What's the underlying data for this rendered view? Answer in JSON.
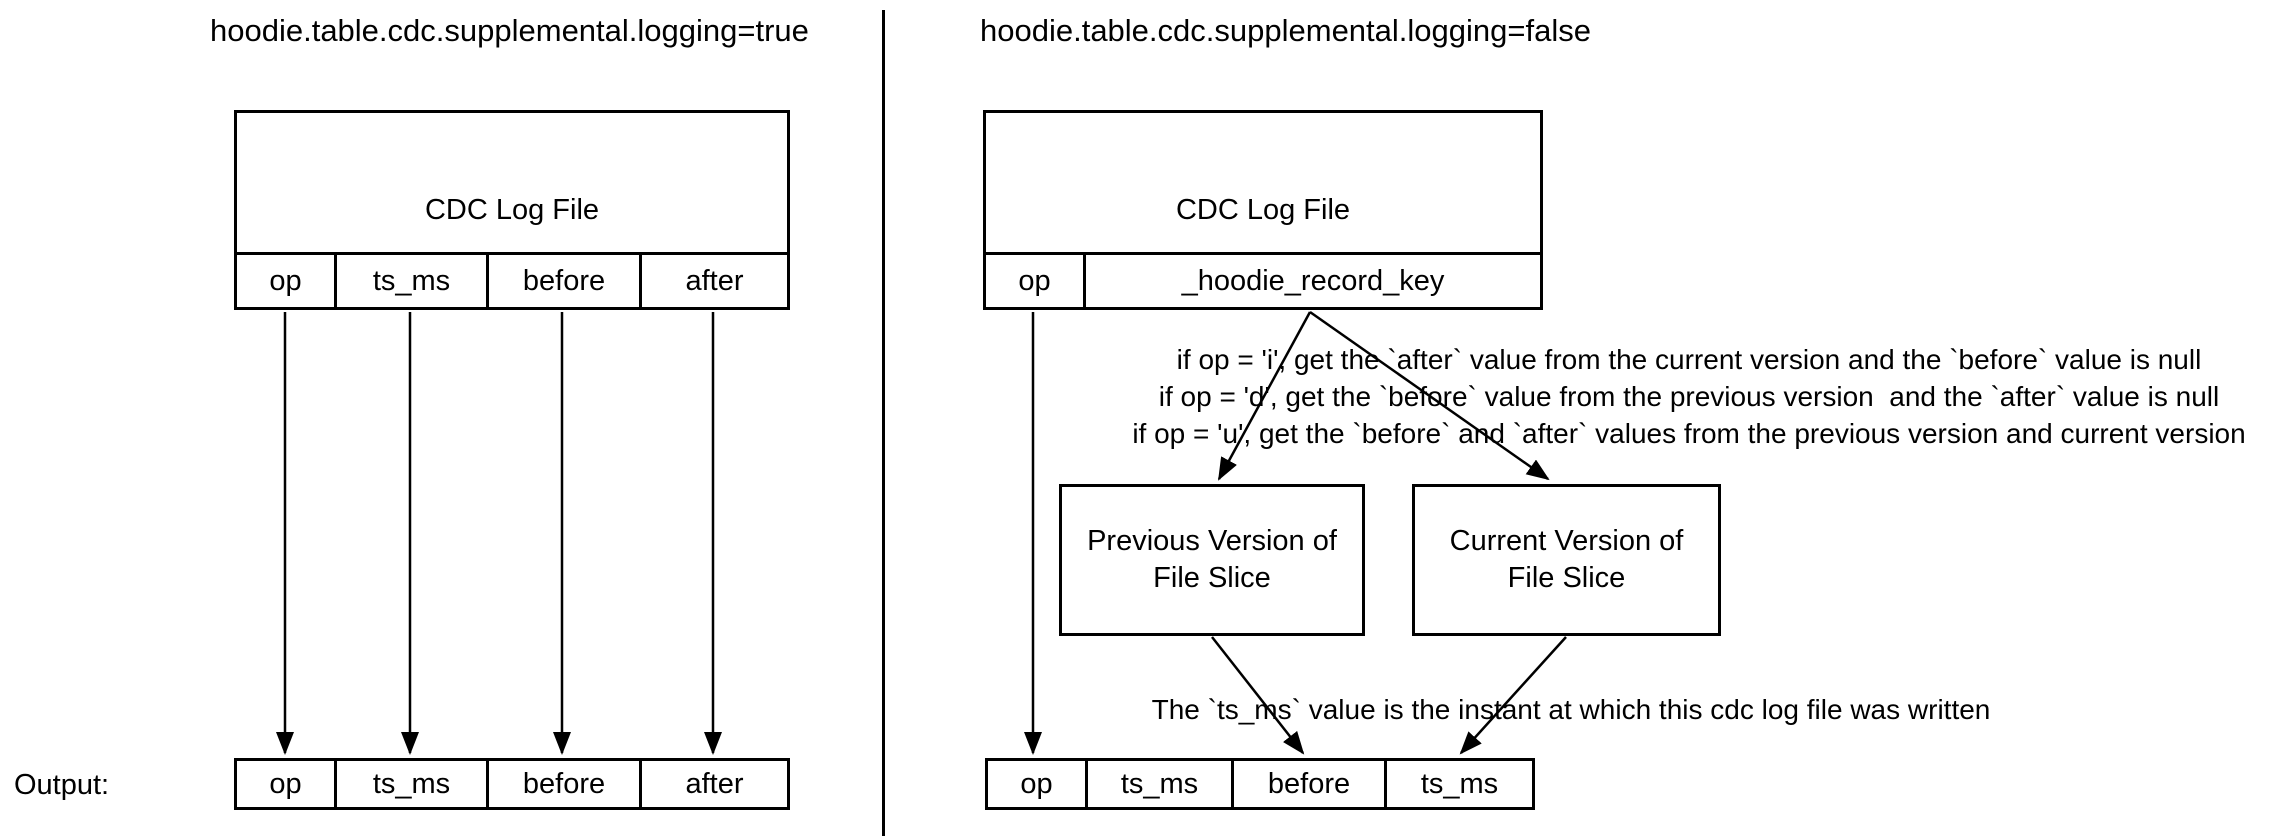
{
  "colors": {
    "ink": "#000000",
    "background": "#ffffff"
  },
  "left": {
    "title": "hoodie.table.cdc.supplemental.logging=true",
    "cdc_box": {
      "label": "CDC Log File",
      "columns": [
        "op",
        "ts_ms",
        "before",
        "after"
      ]
    },
    "output_label": "Output:",
    "output_columns": [
      "op",
      "ts_ms",
      "before",
      "after"
    ]
  },
  "right": {
    "title": "hoodie.table.cdc.supplemental.logging=false",
    "cdc_box": {
      "label": "CDC Log File",
      "columns": [
        "op",
        "_hoodie_record_key"
      ]
    },
    "op_rules": [
      "if op = 'i', get the `after` value from the current version and the `before` value is null",
      "if op = 'd', get the `before` value from the previous version  and the `after` value is null",
      "if op = 'u', get the `before` and `after` values from the previous version and current version"
    ],
    "previous_box_label": "Previous Version of\nFile Slice",
    "current_box_label": "Current Version of\nFile Slice",
    "ts_ms_note": "The `ts_ms` value is the instant at which this cdc log file was written",
    "output_columns": [
      "op",
      "ts_ms",
      "before",
      "ts_ms"
    ]
  }
}
